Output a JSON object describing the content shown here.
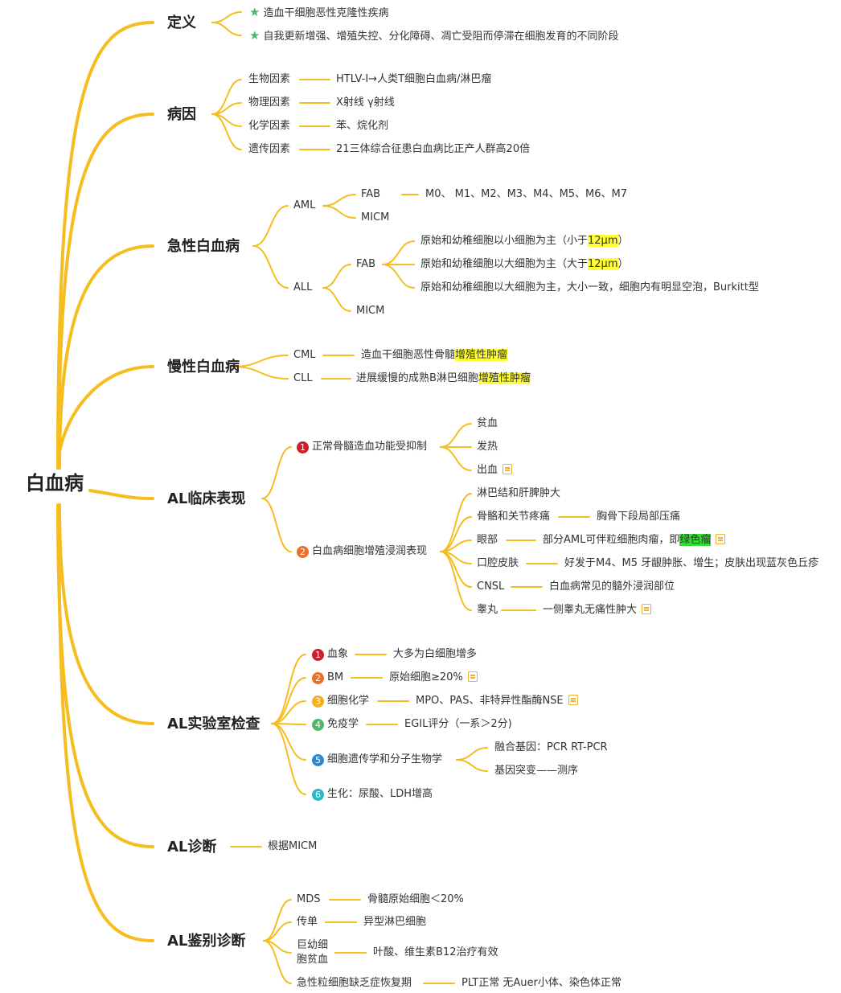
{
  "root": "白血病",
  "categories": {
    "def": "定义",
    "cause": "病因",
    "acute": "急性白血病",
    "chronic": "慢性白血病",
    "clinical": "AL临床表现",
    "lab": "AL实验室检查",
    "diag": "AL诊断",
    "diff": "AL鉴别诊断"
  },
  "definition": [
    "造血干细胞恶性克隆性疾病",
    "自我更新增强、增殖失控、分化障碍、凋亡受阻而停滞在细胞发育的不同阶段"
  ],
  "cause": {
    "bio": {
      "label": "生物因素",
      "value": "HTLV-Ⅰ→人类T细胞白血病/淋巴瘤"
    },
    "phys": {
      "label": "物理因素",
      "value": "X射线 γ射线"
    },
    "chem": {
      "label": "化学因素",
      "value": "苯、烷化剂"
    },
    "gen": {
      "label": "遗传因素",
      "value": "21三体综合征患白血病比正产人群高20倍"
    }
  },
  "acute": {
    "aml": "AML",
    "aml_fab": "FAB",
    "aml_fab_types": "M0、 M1、M2、M3、M4、M5、M6、M7",
    "aml_micm": "MICM",
    "all": "ALL",
    "all_fab": "FAB",
    "all_l1_pre": "原始和幼稚细胞以小细胞为主（小于",
    "all_l1_hl": "12μm",
    "all_l1_post": "）",
    "all_l2_pre": "原始和幼稚细胞以大细胞为主（大于",
    "all_l2_hl": "12μm",
    "all_l2_post": "）",
    "all_l3": "原始和幼稚细胞以大细胞为主，大小一致，细胞内有明显空泡，Burkitt型",
    "all_micm": "MICM"
  },
  "chronic": {
    "cml": "CML",
    "cml_pre": "造血干细胞恶性骨髓",
    "cml_hl": "增殖性肿瘤",
    "cll": "CLL",
    "cll_pre": "进展缓慢的成熟B淋巴细胞",
    "cll_hl": "增殖性肿瘤"
  },
  "clinical": {
    "b1": {
      "num": "1",
      "color": "#cc1f2b",
      "label": "正常骨髓造血功能受抑制"
    },
    "b1_items": [
      "贫血",
      "发热",
      "出血"
    ],
    "b2": {
      "num": "2",
      "color": "#e8702a",
      "label": "白血病细胞增殖浸润表现"
    },
    "lymph": "淋巴结和肝脾肿大",
    "bone": "骨骼和关节疼痛",
    "bone_detail": "胸骨下段局部压痛",
    "eye": "眼部",
    "eye_pre": "部分AML可伴粒细胞肉瘤，即",
    "eye_hl": "绿色瘤",
    "oral": "口腔皮肤",
    "oral_detail": "好发于M4、M5 牙龈肿胀、增生；皮肤出现蓝灰色丘疹",
    "cnsl": "CNSL",
    "cnsl_detail": "白血病常见的髓外浸润部位",
    "testis": "睾丸",
    "testis_detail": "一侧睾丸无痛性肿大"
  },
  "lab": {
    "i1": {
      "num": "1",
      "color": "#cc1f2b",
      "label": "血象",
      "detail": "大多为白细胞增多"
    },
    "i2": {
      "num": "2",
      "color": "#e8702a",
      "label": "BM",
      "detail": "原始细胞≥20%"
    },
    "i3": {
      "num": "3",
      "color": "#f2b01e",
      "label": "细胞化学",
      "detail": "MPO、PAS、非特异性酯酶NSE"
    },
    "i4": {
      "num": "4",
      "color": "#52b66a",
      "label": "免疫学",
      "detail": "EGIL评分（一系＞2分)"
    },
    "i5": {
      "num": "5",
      "color": "#2f86c9",
      "label": "细胞遗传学和分子生物学"
    },
    "i5_items": [
      "融合基因：PCR RT-PCR",
      "基因突变——测序"
    ],
    "i6": {
      "num": "6",
      "color": "#2fb5c9",
      "label": "生化：尿酸、LDH增高"
    }
  },
  "diag": {
    "detail": "根据MICM"
  },
  "diff": {
    "mds": "MDS",
    "mds_detail": "骨髓原始细胞＜20%",
    "mono": "传单",
    "mono_detail": "异型淋巴细胞",
    "mega1": "巨幼细",
    "mega2": "胞贫血",
    "mega_detail": "叶酸、维生素B12治疗有效",
    "agran": "急性粒细胞缺乏症恢复期",
    "agran_detail": "PLT正常 无Auer小体、染色体正常"
  },
  "colors": {
    "line": "#f5bd1f",
    "highlight_yellow": "#ffff33",
    "highlight_green": "#33dd33",
    "star": "#4cb572"
  }
}
